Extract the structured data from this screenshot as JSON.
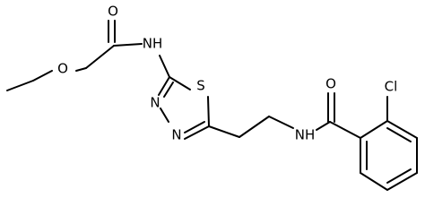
{
  "atoms": {
    "O_carbonyl_amide": "O",
    "NH_amide": "NH",
    "O_ether": "O",
    "S_ring": "S",
    "N_ring_1": "N",
    "N_ring_2": "N",
    "NH_benzamide": "NH",
    "O_benzamide": "O",
    "Cl": "Cl"
  }
}
